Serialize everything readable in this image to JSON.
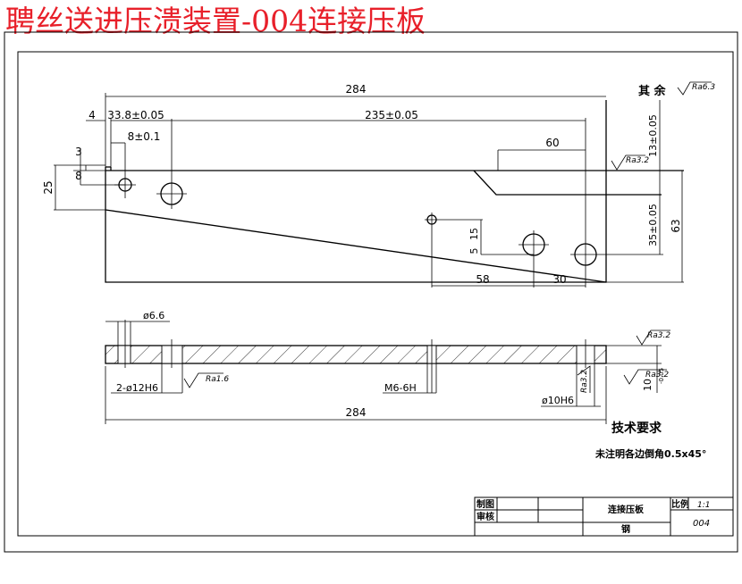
{
  "title": "聘丝送进压溃装置-004连接压板",
  "colors": {
    "title": "#e8202a",
    "line": "#000000",
    "background": "#ffffff"
  },
  "roughness": {
    "qiyu_label": "其 余",
    "qiyu_value": "Ra6.3",
    "plan_edge": "Ra3.2",
    "section_top": "Ra3.2",
    "section_right": "Ra3.2",
    "counterbore": "Ra1.6",
    "bottom_hole": "Ra3.2"
  },
  "dimensions": {
    "overall_length_top": "284",
    "overall_length_bottom": "284",
    "left_offset": "4",
    "hole_to_hole": "33.8±0.05",
    "span": "235±0.05",
    "small_offset": "8±0.1",
    "left_3": "3",
    "left_8": "8",
    "left_25": "25",
    "right_60": "60",
    "right_13": "13±0.05",
    "right_35": "35±0.05",
    "right_63": "63",
    "mid_5": "5",
    "mid_15": "15",
    "bottom_58": "58",
    "bottom_30": "30",
    "phi_66": "ø6.6",
    "holes_12": "2-ø12H6",
    "thread": "M6-6H",
    "phi_10": "ø10H6",
    "thickness": "10",
    "thickness_tol": "-0.05"
  },
  "tech_req": {
    "heading": "技术要求",
    "note": "未注明各边倒角0.5x45°"
  },
  "title_block": {
    "draw_label": "制图",
    "check_label": "审核",
    "part_name": "连接压板",
    "material": "钢",
    "scale_label": "比例",
    "scale_value": "1:1",
    "drawing_no": "004"
  }
}
